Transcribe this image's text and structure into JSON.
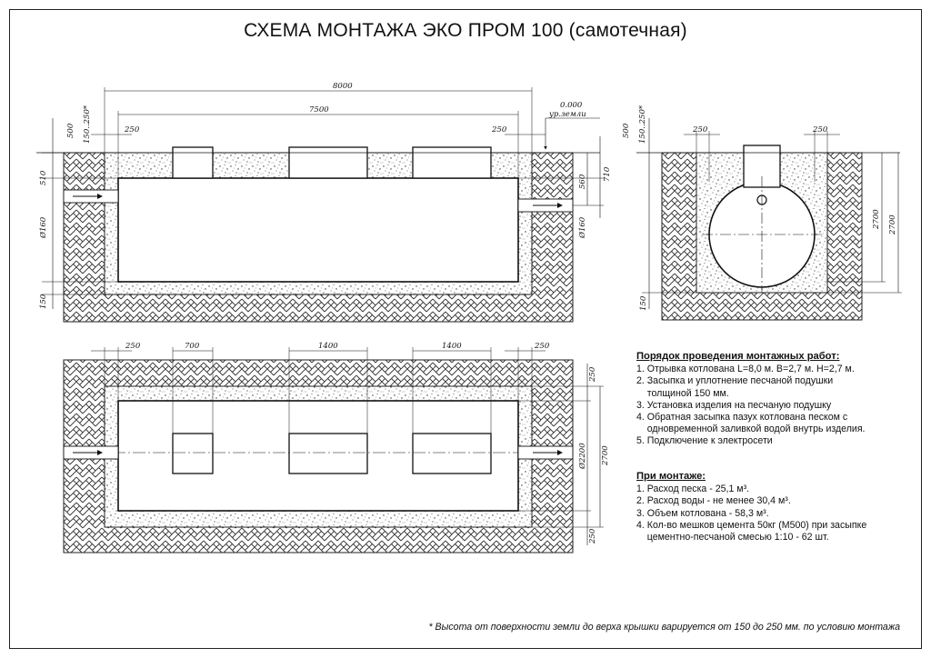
{
  "title": "СХЕМА МОНТАЖА ЭКО ПРОМ 100 (самотечная)",
  "section_view": {
    "dims": {
      "total_length": "8000",
      "inner_length": "7500",
      "side_250_left": "250",
      "side_250_right": "250",
      "depth_500": "500",
      "cover_range": "150..250*",
      "top_510": "510",
      "inlet_560": "560",
      "outlet_710": "710",
      "pipe_in": "Ø160",
      "pipe_out": "Ø160",
      "bottom_150": "150"
    },
    "ground_level_value": "0.000",
    "ground_level_label": "ур.земли"
  },
  "end_view": {
    "dims": {
      "depth_500": "500",
      "cover_range": "150..250*",
      "side_250_left": "250",
      "side_250_right": "250",
      "height_2700_a": "2700",
      "height_2700_b": "2700",
      "bottom_150": "150"
    }
  },
  "plan_view": {
    "dims": {
      "left_250": "250",
      "hatch_700": "700",
      "hatch_1400_a": "1400",
      "hatch_1400_b": "1400",
      "right_250": "250",
      "top_250": "250",
      "diameter": "Ø2200",
      "width_2700": "2700",
      "bottom_250": "250"
    }
  },
  "procedure": {
    "heading": "Порядок проведения монтажных работ:",
    "items": [
      "1. Отрывка котлована L=8,0 м. В=2,7 м. Н=2,7 м.",
      "2. Засыпка и уплотнение песчаной подушки\n    толщиной 150 мм.",
      "3. Установка изделия на песчаную подушку",
      "4. Обратная засыпка пазух котлована песком с\n    одновременной заливкой водой внутрь изделия.",
      "5. Подключение к электросети"
    ]
  },
  "installation": {
    "heading": "При монтаже:",
    "items": [
      "1. Расход песка - 25,1 м³.",
      "2. Расход воды - не менее 30,4 м³.",
      "3. Объем котлована - 58,3 м³.",
      "4. Кол-во мешков цемента 50кг (М500) при засыпке\n    цементно-песчаной смесью 1:10 - 62 шт."
    ]
  },
  "footnote": "* Высота от поверхности земли до верха крышки варируется от 150 до 250 мм. по условию монтажа"
}
